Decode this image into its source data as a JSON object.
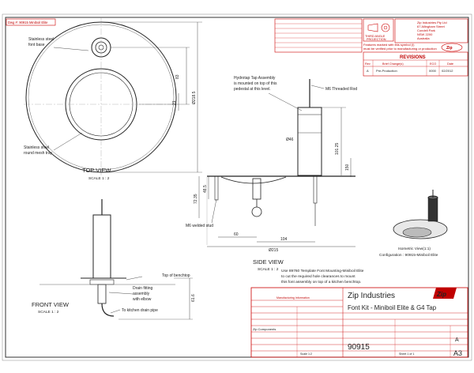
{
  "doc_ref": "Dwg #: 90915 Miniboil Elite",
  "company": {
    "name": "Zip Industries",
    "address_lines": [
      "Zip Industries Pty Ltd",
      "67 Allingham Street",
      "Condell Park",
      "NSW 2200",
      "Australia"
    ],
    "logo_text": "Zip"
  },
  "projection": {
    "line1": "THIRD ANGLE",
    "line2": "PROJECTION"
  },
  "note": {
    "line1": "Features marked with this symbol (!)",
    "line2": "must be verified prior to manufacturing or production"
  },
  "revisions": {
    "title": "REVISIONS",
    "headers": [
      "Rev",
      "Brief Change(s)",
      "ECO",
      "Date"
    ],
    "rows": [
      {
        "rev": "A",
        "change": "Pre-Production",
        "eco": "0000",
        "date": "02/2012"
      }
    ]
  },
  "callouts": {
    "font_base": "Stainless steel\nfont base",
    "mesh_tray": "Stainless steel\nround mesh tray",
    "tap_assembly": "Hydrotap Tap Assembly\nis mounted on top of this\npedestal at this level.",
    "threaded_rod": "M6 Threaded Rod",
    "welded_stud": "M6 welded stud",
    "benchtop": "Top of benchtop",
    "drain_fitting": "Drain fitting\nassembly\nwith elbow",
    "drain_pipe": "To kitchen drain pipe",
    "template_note": "Use 89760 Template Font Mounting-Miniboil Elite\nto cut the required hole clearances to mount\nthis font assembly on top of a kitchen benchtop."
  },
  "views": {
    "top": {
      "title": "TOP VIEW",
      "scale": "SCALE 1 : 2"
    },
    "side": {
      "title": "SIDE VIEW",
      "scale": "SCALE 1 : 2"
    },
    "front": {
      "title": "FRONT VIEW",
      "scale": "SCALE 1 : 2"
    },
    "iso": {
      "title": "Isometric View(1:1)",
      "config": "Configuration : 90915-Miniboil Elite"
    }
  },
  "dims": {
    "d83": "83",
    "d21": "21",
    "dia218": "Ø218.5",
    "dia46": "Ø46",
    "d101": "101.25",
    "d150": "150",
    "d72": "72.35",
    "d48": "48.5",
    "d60": "60",
    "d104": "104",
    "dia215": "Ø215",
    "d616": "61.6"
  },
  "title_block": {
    "logo": "Zip",
    "company": "Zip Industries",
    "drawing_title": "Font Kit - Miniboil Elite & G4 Tap",
    "part_no": "90915",
    "size": "A3",
    "rev": "A",
    "section_label": "Manufacturing Information",
    "subtitle": "Zip Components",
    "scale_label": "Scale 1:2",
    "sheet_label": "Sheet 1 of 1"
  }
}
